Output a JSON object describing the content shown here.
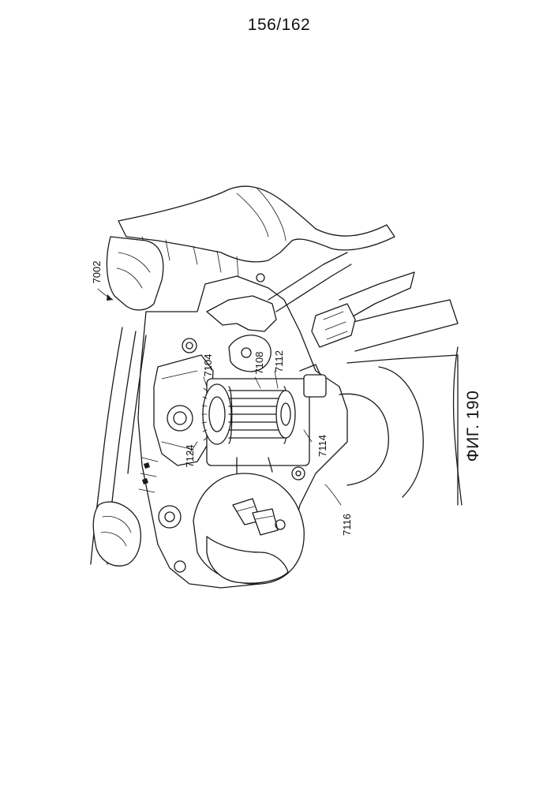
{
  "page": {
    "number": "156/162",
    "figure_label": "ФИГ. 190"
  },
  "reference_numerals": {
    "r7002": "7002",
    "r7104": "7104",
    "r7108": "7108",
    "r7112": "7112",
    "r7114": "7114",
    "r7116": "7116",
    "r7124": "7124"
  }
}
